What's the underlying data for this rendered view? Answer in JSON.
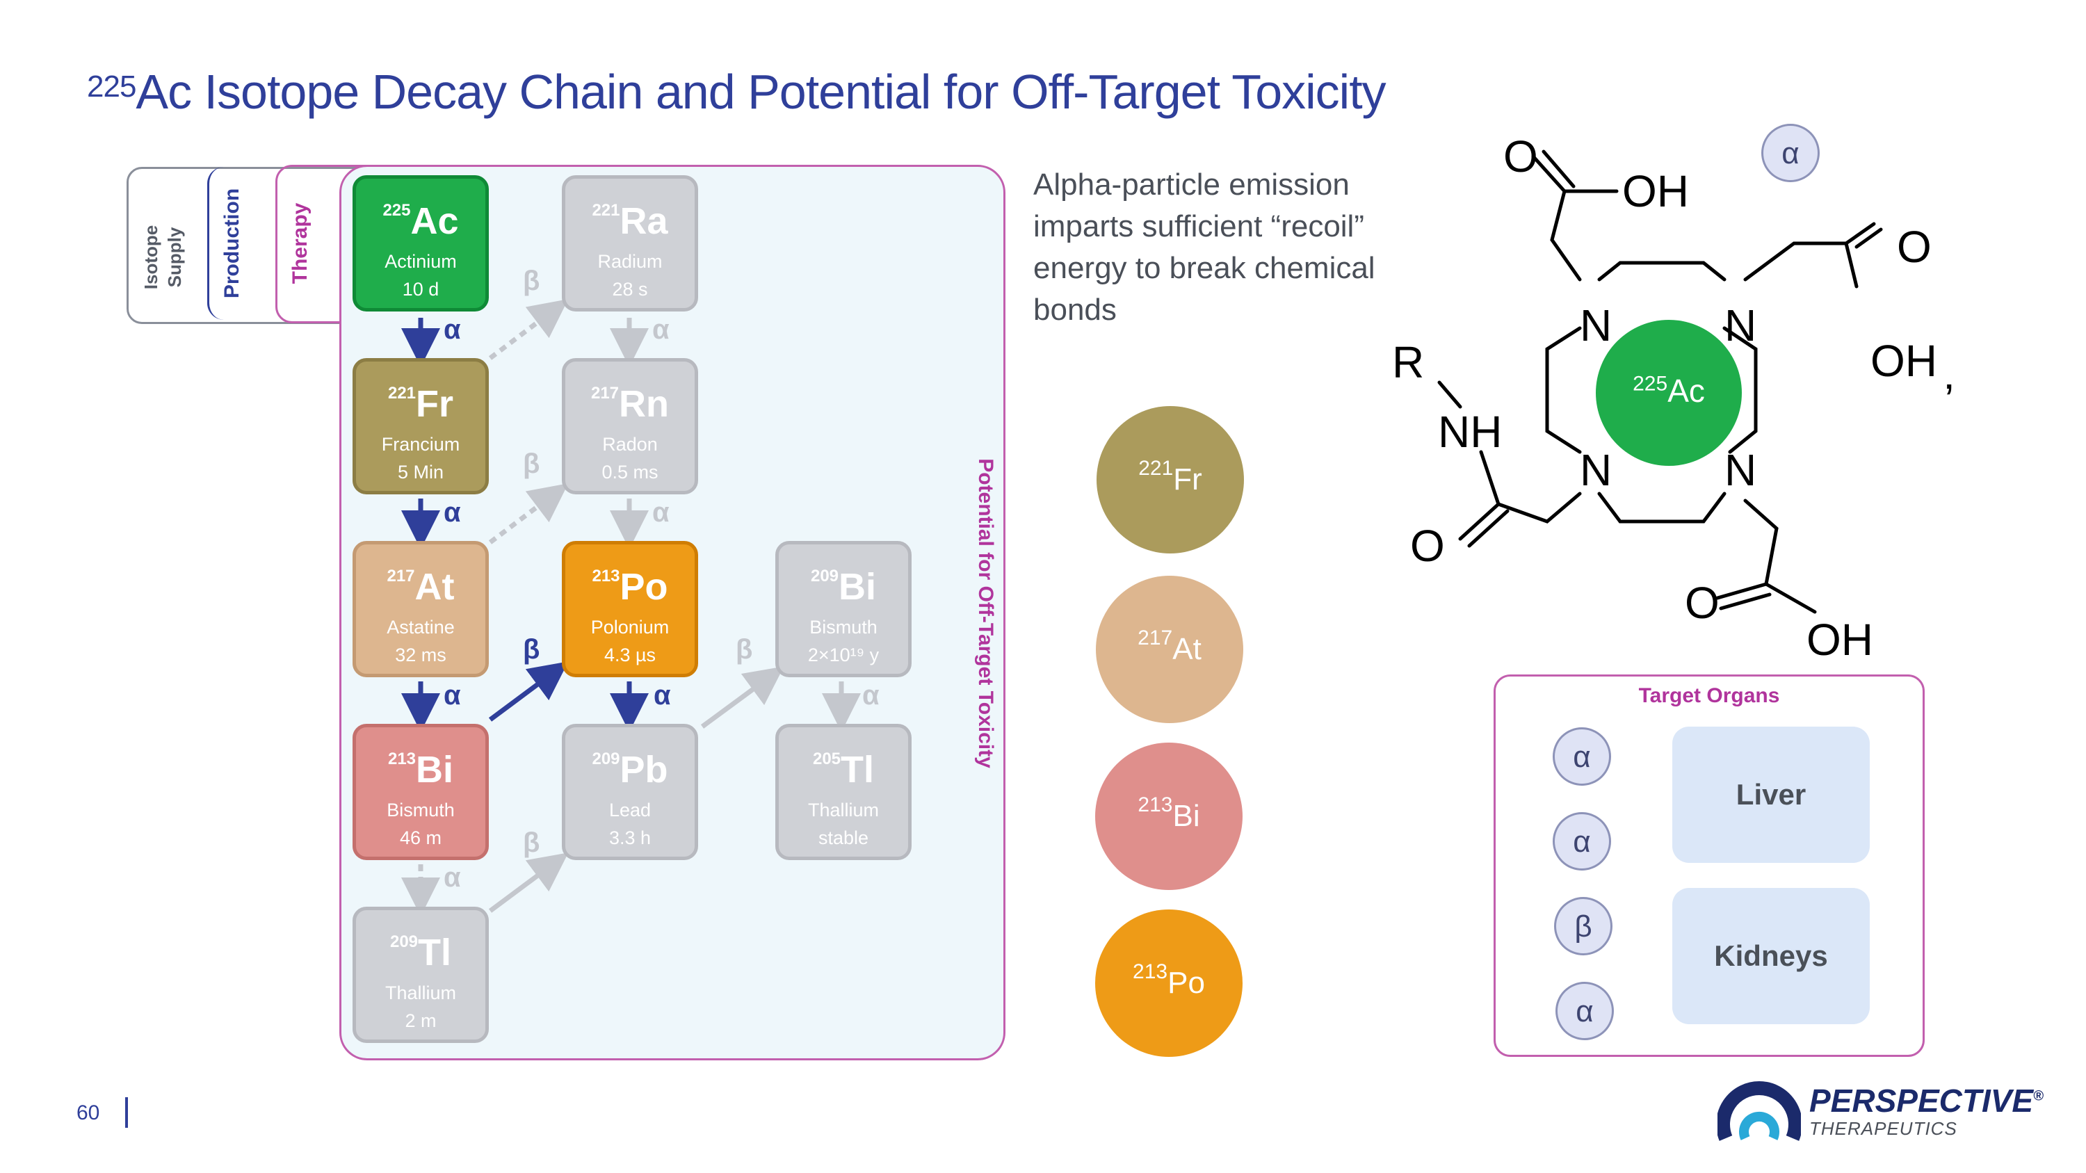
{
  "title": {
    "sup": "225",
    "text": "Ac Isotope Decay Chain and Potential for Off-Target Toxicity"
  },
  "tabs": [
    {
      "label": "Isotope\nSupply",
      "color": "#555b66"
    },
    {
      "label": "Production",
      "color": "#2f3f9a"
    },
    {
      "label": "Therapy",
      "color": "#b0349c"
    }
  ],
  "panel_label": "Potential for Off-Target Toxicity",
  "isotopes": [
    {
      "mass": "225",
      "symbol": "Ac",
      "name": "Actinium",
      "halflife": "10 d",
      "color": "#1fad4b",
      "border": "#0f8a36"
    },
    {
      "mass": "221",
      "symbol": "Fr",
      "name": "Francium",
      "halflife": "5 Min",
      "color": "#ab9b5c",
      "border": "#8c7d44"
    },
    {
      "mass": "217",
      "symbol": "At",
      "name": "Astatine",
      "halflife": "32 ms",
      "color": "#ddb68f",
      "border": "#c49a72"
    },
    {
      "mass": "213",
      "symbol": "Bi",
      "name": "Bismuth",
      "halflife": "46 m",
      "color": "#df8f8c",
      "border": "#c4706d"
    },
    {
      "mass": "209",
      "symbol": "Tl",
      "name": "Thallium",
      "halflife": "2 m",
      "color": "grey"
    },
    {
      "mass": "221",
      "symbol": "Ra",
      "name": "Radium",
      "halflife": "28 s",
      "color": "grey"
    },
    {
      "mass": "217",
      "symbol": "Rn",
      "name": "Radon",
      "halflife": "0.5 ms",
      "color": "grey"
    },
    {
      "mass": "213",
      "symbol": "Po",
      "name": "Polonium",
      "halflife": "4.3 µs",
      "color": "#ee9b17",
      "border": "#cf7d04"
    },
    {
      "mass": "209",
      "symbol": "Pb",
      "name": "Lead",
      "halflife": "3.3 h",
      "color": "grey"
    },
    {
      "mass": "209",
      "symbol": "Bi",
      "name": "Bismuth",
      "halflife": "2×10¹⁹ y",
      "color": "grey"
    },
    {
      "mass": "205",
      "symbol": "Tl",
      "name": "Thallium",
      "halflife": "stable",
      "color": "grey"
    }
  ],
  "decay_labels": {
    "alpha": "α",
    "beta": "β"
  },
  "description": "Alpha-particle emission imparts sufficient “recoil” energy to break chemical bonds",
  "circles": [
    {
      "mass": "221",
      "symbol": "Fr",
      "color": "#ab9b5c"
    },
    {
      "mass": "217",
      "symbol": "At",
      "color": "#ddb68f"
    },
    {
      "mass": "213",
      "symbol": "Bi",
      "color": "#df8f8c"
    },
    {
      "mass": "213",
      "symbol": "Po",
      "color": "#ee9b17"
    }
  ],
  "molecule": {
    "center": {
      "mass": "225",
      "symbol": "Ac"
    },
    "atoms": [
      "O",
      "OH",
      "O",
      "OH",
      "R",
      "NH",
      "O",
      "O",
      "OH",
      "N",
      "N",
      "N",
      "N"
    ],
    "alpha": "α",
    "trailing": "‚"
  },
  "target_organs": {
    "title": "Target Organs",
    "particles": [
      "α",
      "α",
      "β",
      "α"
    ],
    "organs": [
      "Liver",
      "Kidneys"
    ]
  },
  "footer": {
    "page": "60",
    "brand": "PERSPECTIVE",
    "brand_sub": "THERAPEUTICS",
    "registered": "®"
  },
  "colors": {
    "navy": "#2f3f9a",
    "magenta": "#b0349c",
    "panel_bg": "#eef7fb",
    "panel_border": "#c25fae",
    "arrow_dark": "#2f3f9a",
    "arrow_light": "#c4c7cd",
    "green": "#1fad4b"
  }
}
